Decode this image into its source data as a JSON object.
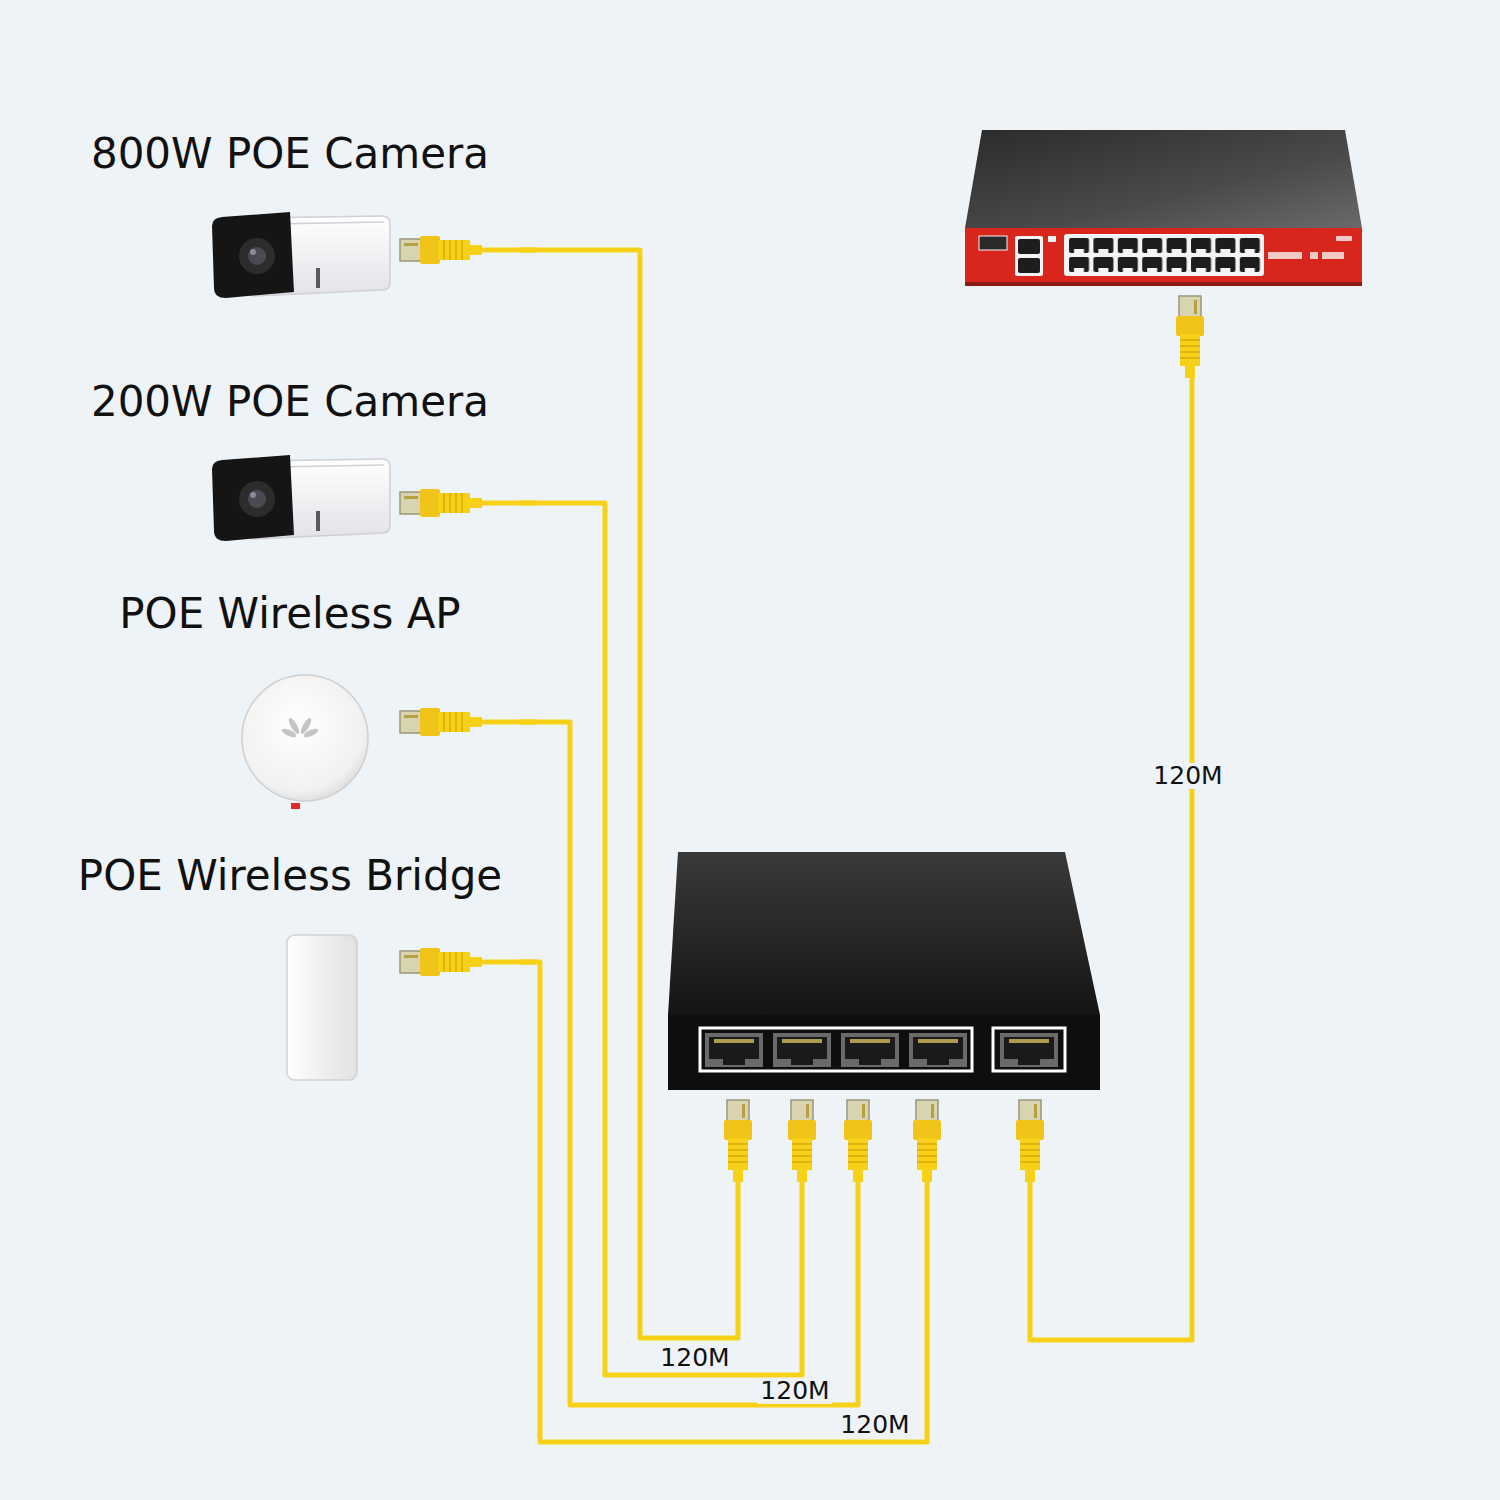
{
  "diagram": {
    "nodes": [
      {
        "text": [
          "800W POE Camera"
        ]
      },
      {
        "text": [
          "200W POE Camera"
        ]
      },
      {
        "text": [
          "POE Wireless AP"
        ]
      },
      {
        "text": [
          "POE Wireless Bridge"
        ]
      },
      {
        "text": []
      },
      {
        "text": []
      }
    ],
    "edges": [
      {
        "from": 0,
        "to": 4,
        "arrow": "none",
        "label": "120M"
      },
      {
        "from": 1,
        "to": 4,
        "arrow": "none",
        "label": "120M"
      },
      {
        "from": 2,
        "to": 4,
        "arrow": "none",
        "label": "120M"
      },
      {
        "from": 3,
        "to": 4,
        "arrow": "none"
      },
      {
        "from": 4,
        "to": 5,
        "arrow": "none",
        "label": "120M"
      }
    ]
  }
}
